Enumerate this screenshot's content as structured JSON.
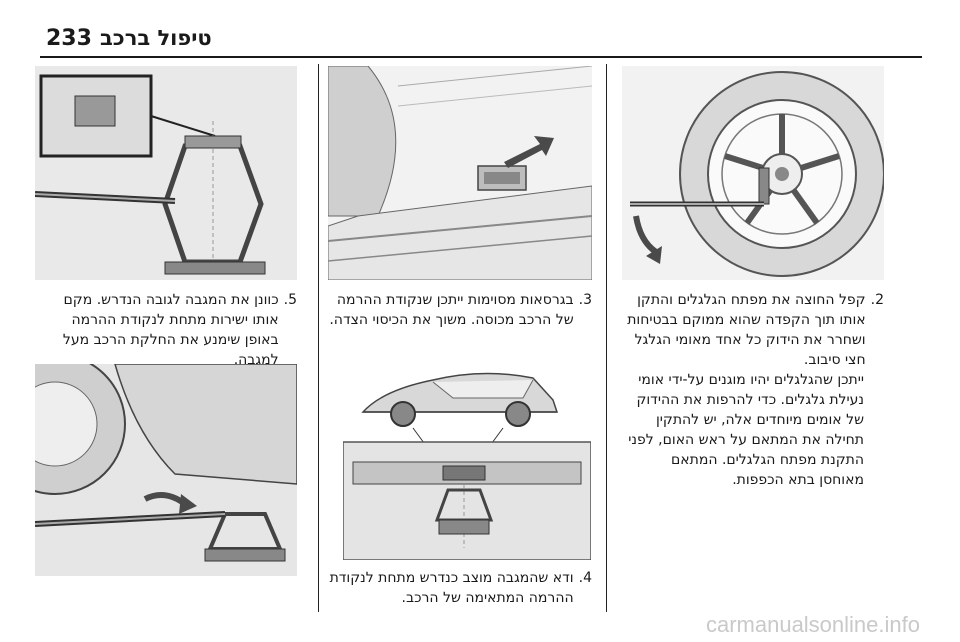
{
  "header": {
    "page_number": "233",
    "title": "טיפול ברכב"
  },
  "col_right": {
    "step_number": "2.",
    "step_text": "קפל החוצה את מפתח הגלגלים והתקן אותו תוך הקפדה שהוא ממוקם בבטיחות ושחרר את הידוק כל אחד מאומי הגלגל חצי סיבוב.",
    "note": "ייתכן שהגלגלים יהיו מוגנים על-ידי אומי נעילת גלגלים. כדי להרפות את ההידוק של אומים מיוחדים אלה, יש להתקין תחילה את המתאם על ראש האום, לפני התקנת מפתח הגלגלים. המתאם מאוחסן בתא הכפפות."
  },
  "col_middle": {
    "step3_number": "3.",
    "step3_text": "בגרסאות מסוימות ייתכן שנקודת ההרמה של הרכב מכוסה. משוך את הכיסוי הצדה.",
    "step4_number": "4.",
    "step4_text": "ודא שהמגבה מוצב כנדרש מתחת לנקודת ההרמה המתאימה של הרכב."
  },
  "col_left": {
    "step_number": "5.",
    "step_text": "כוונן את המגבה לגובה הנדרש. מקם אותו ישירות מתחת לנקודת ההרמה באופן שימנע את החלקת הרכב מעל למגבה."
  },
  "watermark": "carmanualsonline.info",
  "colors": {
    "text": "#1a1a1a",
    "figure_bg": "#f2f2f2",
    "arrow": "#4a4a4a",
    "watermark": "#c9c9c9"
  }
}
